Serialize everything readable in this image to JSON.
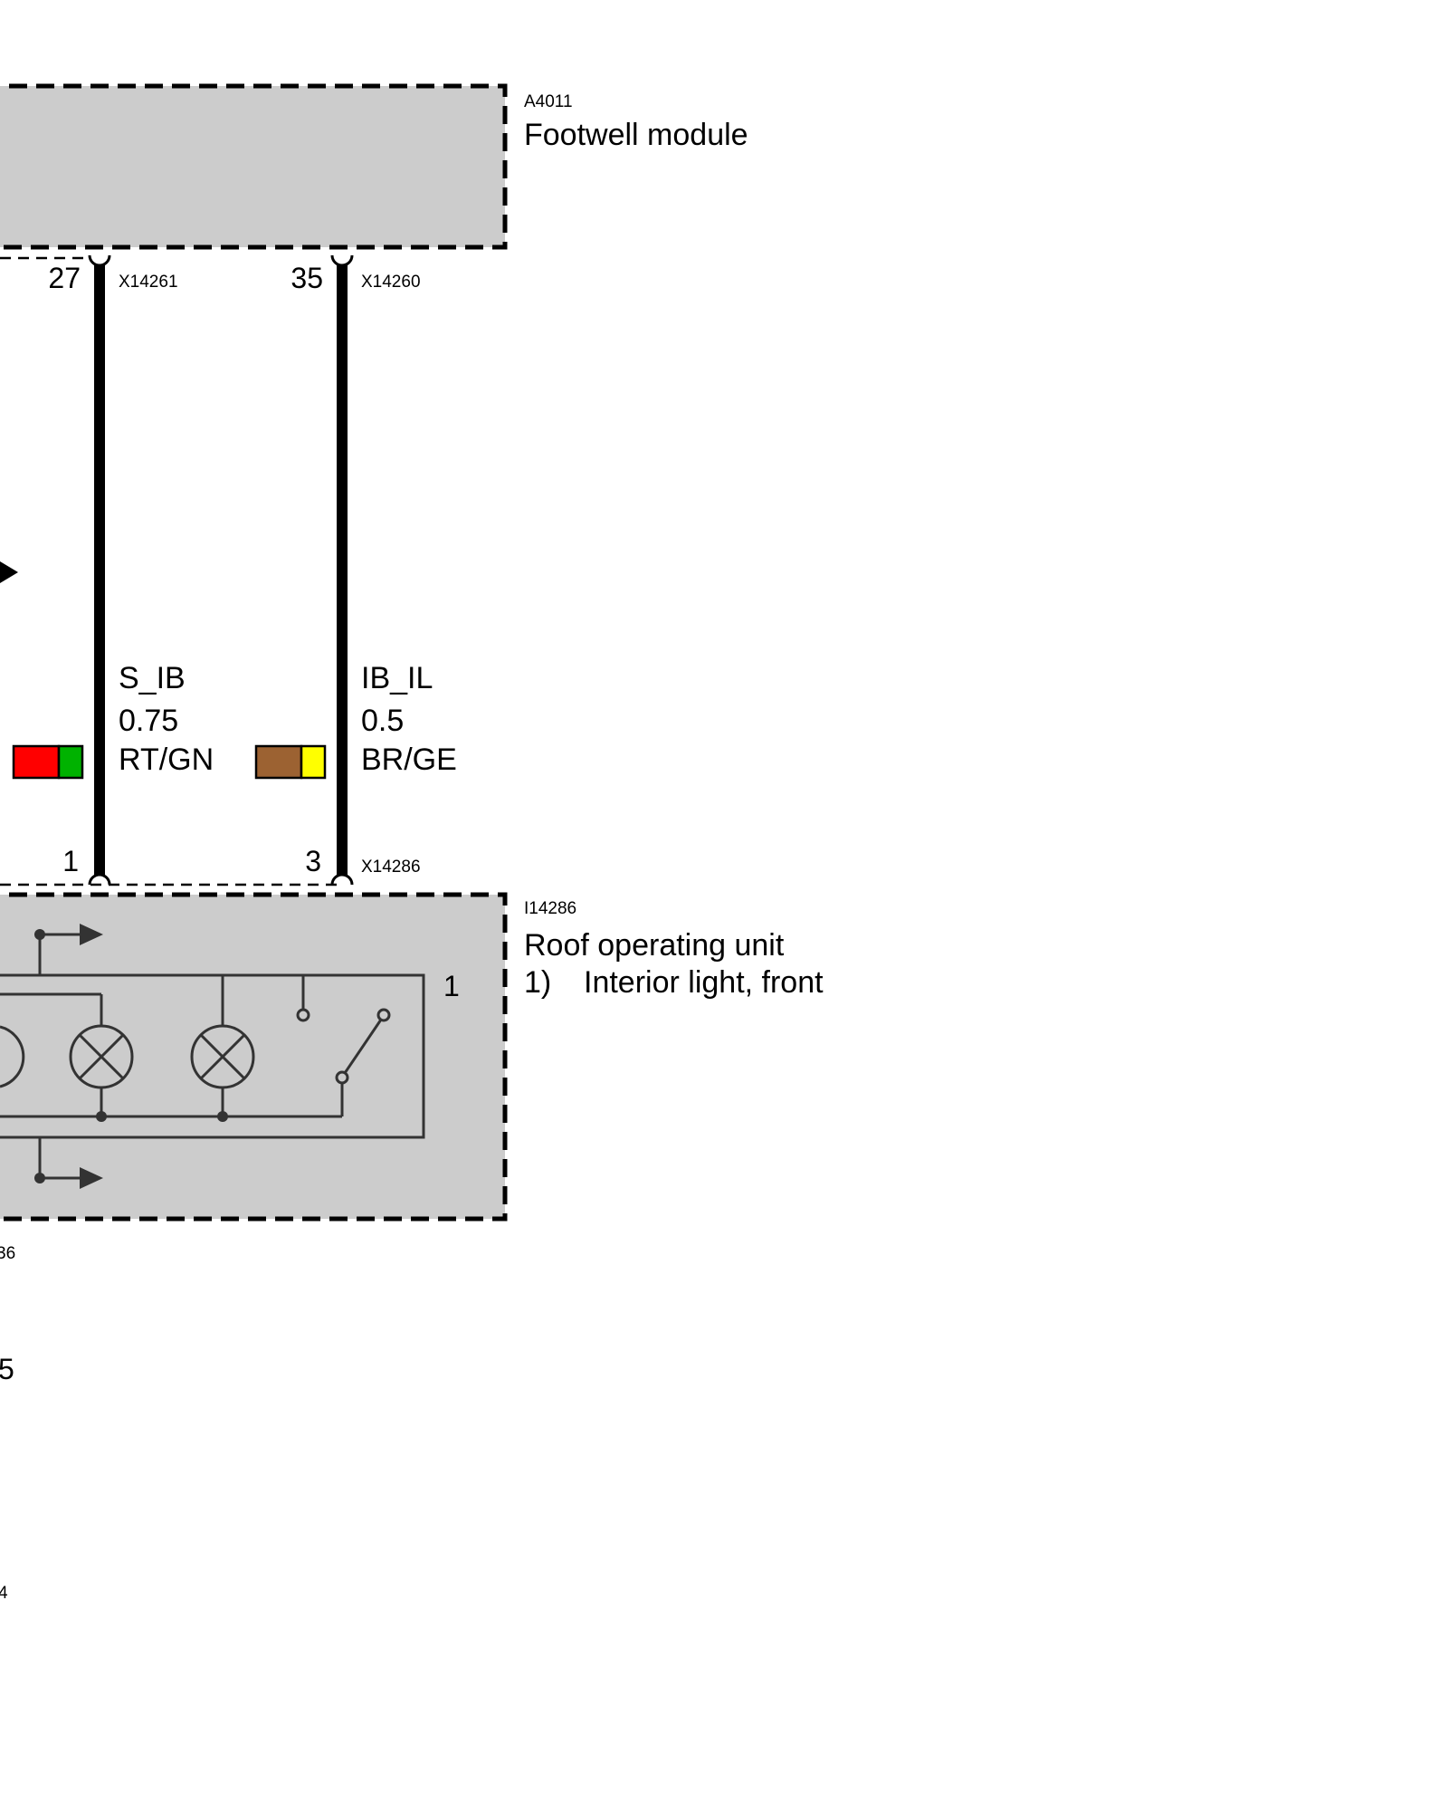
{
  "colors": {
    "module_fill": "#cccccc",
    "symbol": "#333333",
    "wire": "#000000",
    "rt": "#ff0000",
    "gn": "#00b200",
    "br": "#9c6232",
    "ge": "#ffff00"
  },
  "modules": {
    "footwell": {
      "id": "A4011",
      "name": "Footwell module"
    },
    "roof": {
      "id": "I14286",
      "name": "Roof operating unit",
      "note_num": "1)",
      "note_text": "Interior light, front",
      "inner_label": "1"
    }
  },
  "wires": [
    {
      "signal": "S_IB",
      "size": "0.75",
      "color_code": "RT/GN",
      "top_pin": "27",
      "top_connector": "X14261",
      "bottom_pin": "1"
    },
    {
      "signal": "IB_IL",
      "size": "0.5",
      "color_code": "BR/GE",
      "top_pin": "35",
      "top_connector": "X14260",
      "bottom_pin": "3",
      "bottom_connector": "X14286"
    }
  ],
  "fragments": {
    "left_a": "36",
    "left_b": "5",
    "left_c": "4"
  }
}
